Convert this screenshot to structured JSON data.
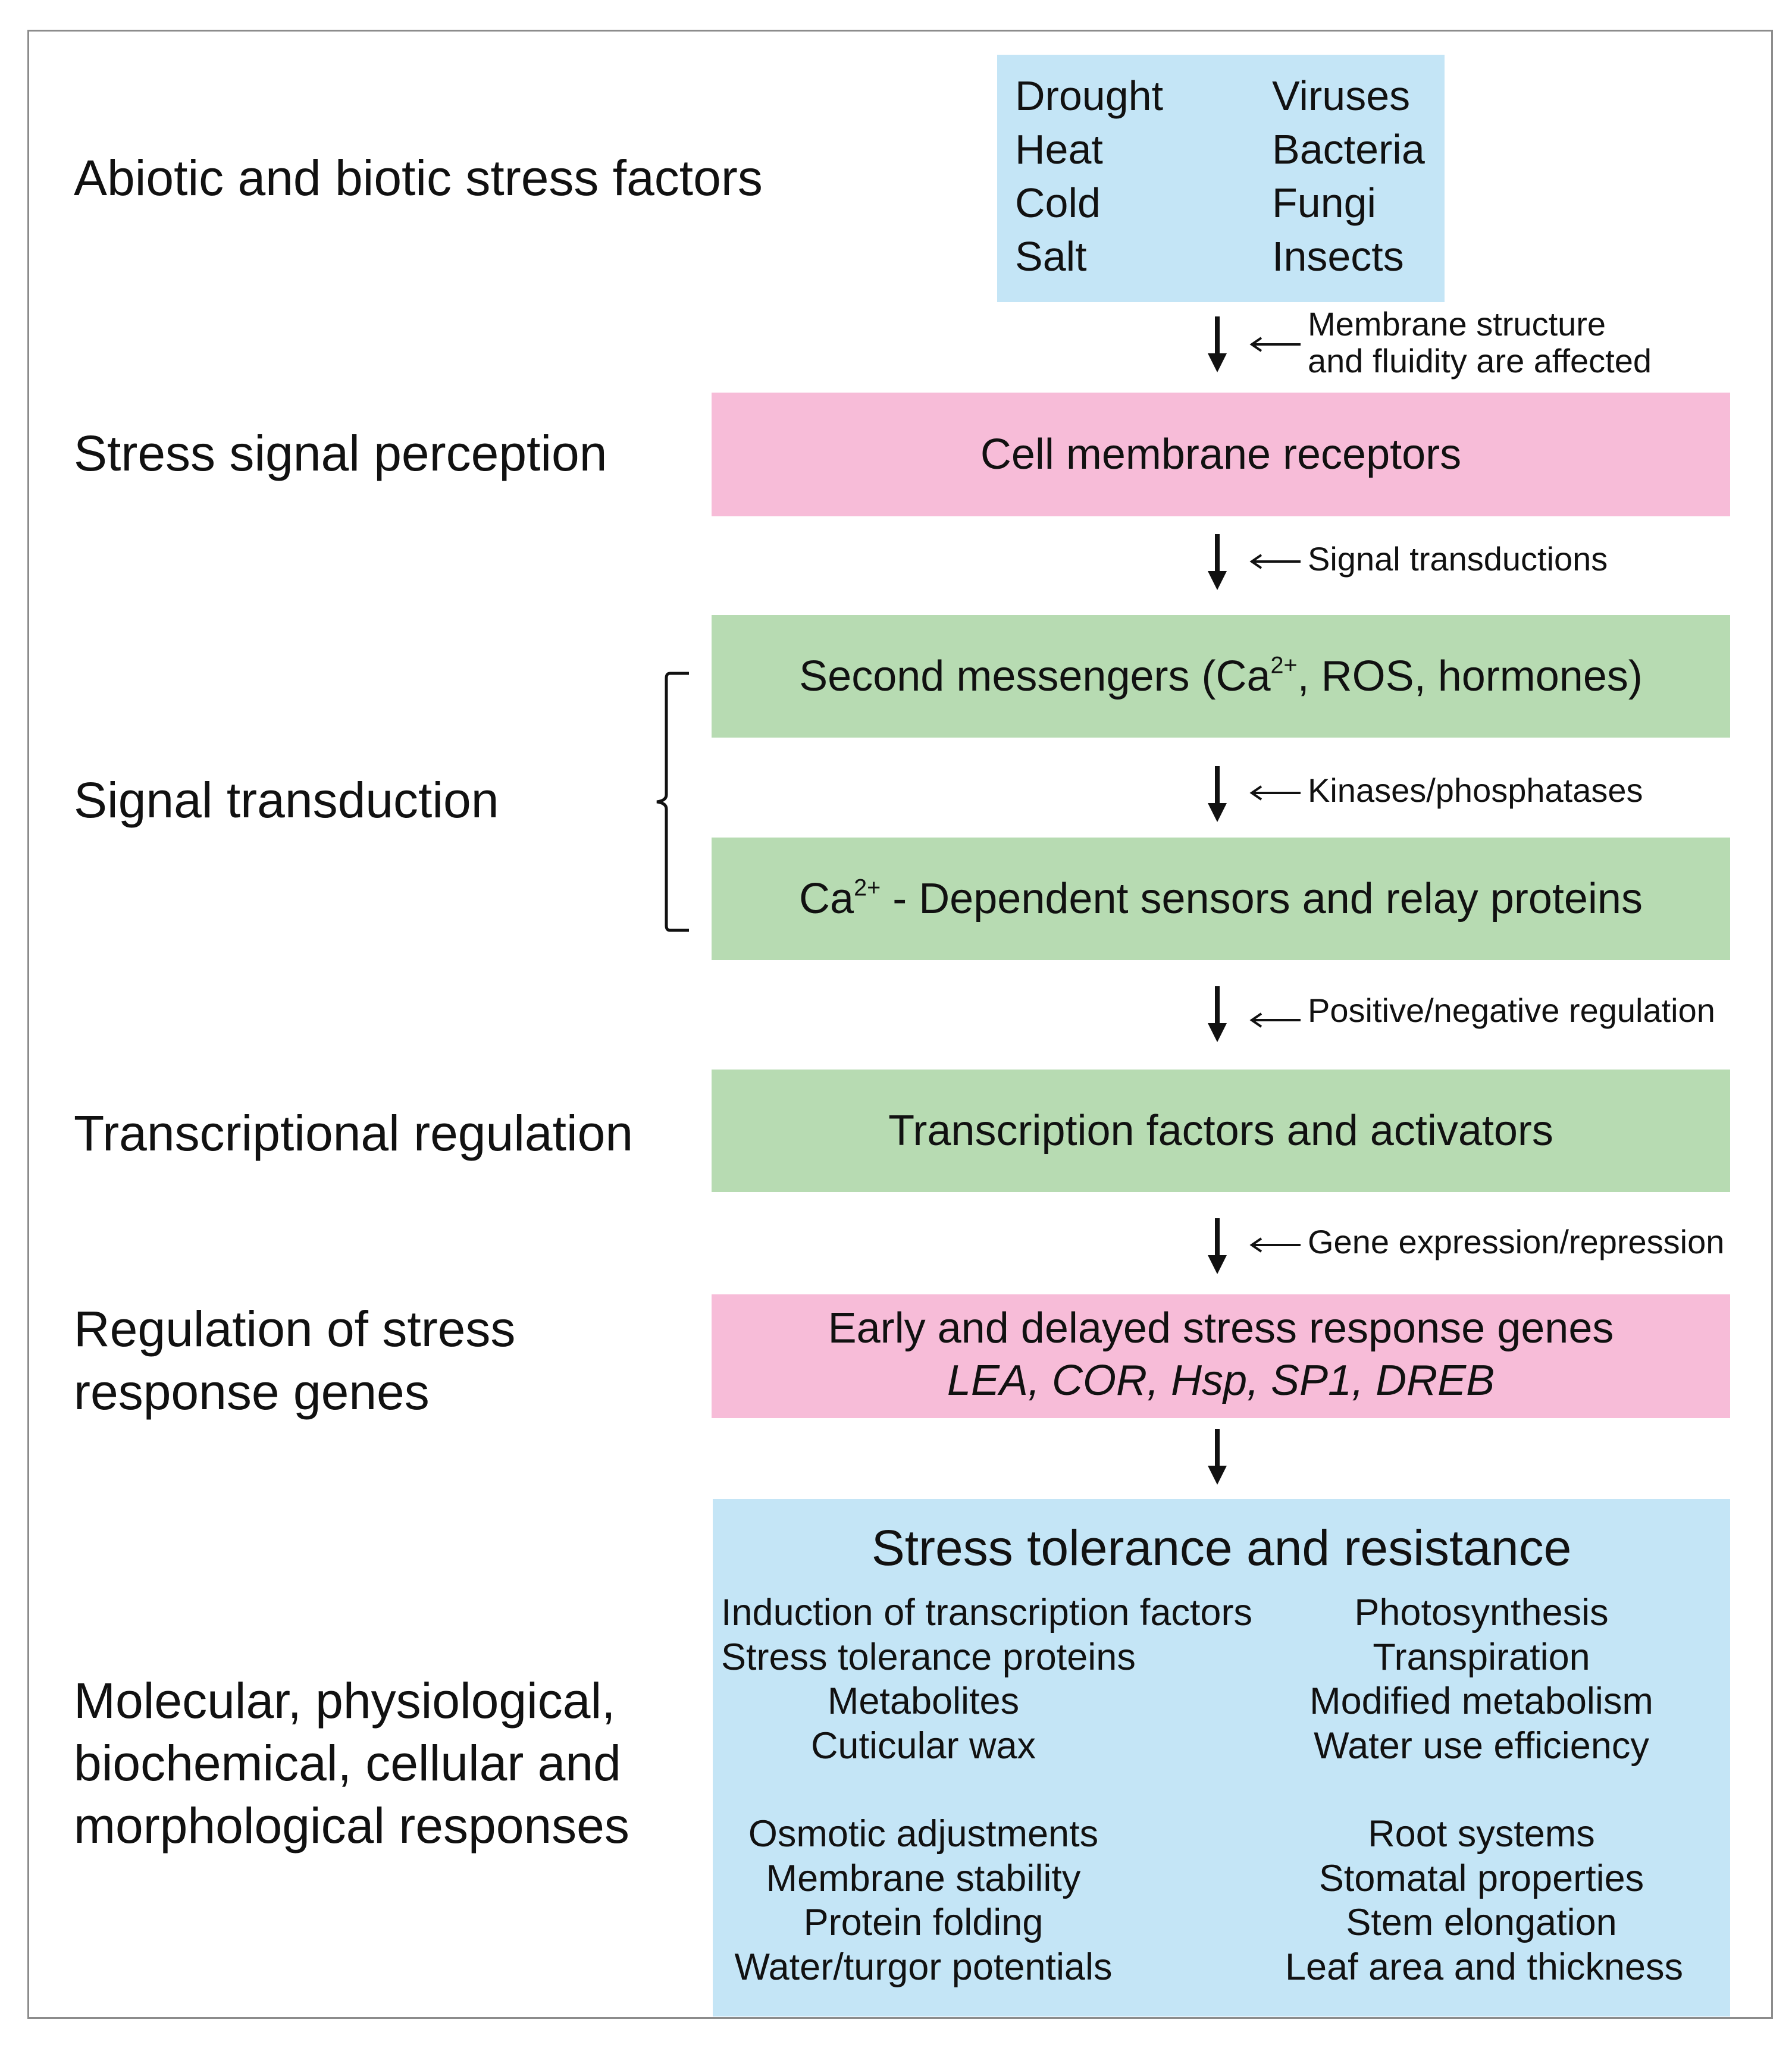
{
  "stages": {
    "stress_factors": "Abiotic and biotic stress factors",
    "perception": "Stress signal perception",
    "transduction": "Signal transduction",
    "transcriptional": "Transcriptional regulation",
    "regulation_line1": "Regulation of stress",
    "regulation_line2": "response genes",
    "responses_line1": "Molecular, physiological,",
    "responses_line2": "biochemical, cellular and",
    "responses_line3": "morphological responses"
  },
  "stress_box": {
    "abiotic": [
      "Drought",
      "Heat",
      "Cold",
      "Salt"
    ],
    "biotic": [
      "Viruses",
      "Bacteria",
      "Fungi",
      "Insects"
    ]
  },
  "notes": {
    "membrane_line1": "Membrane structure",
    "membrane_line2": "and fluidity are affected",
    "signal": "Signal transductions",
    "kinases": "Kinases/phosphatases",
    "regulation": "Positive/negative regulation",
    "gene_expression": "Gene expression/repression"
  },
  "boxes": {
    "receptors": "Cell membrane receptors",
    "second_messengers_prefix": "Second messengers (Ca",
    "second_messengers_sup": "2+",
    "second_messengers_suffix": ", ROS, hormones)",
    "sensors_prefix": "Ca",
    "sensors_sup": "2+",
    "sensors_suffix": " - Dependent sensors and relay proteins",
    "transcription": "Transcription factors and activators",
    "genes_title": "Early and delayed stress response genes",
    "genes_list": "LEA, COR, Hsp, SP1, DREB"
  },
  "tolerance": {
    "title": "Stress tolerance and resistance",
    "left_group1": [
      "Induction of transcription factors",
      "Stress tolerance proteins",
      "Metabolites",
      "Cuticular wax"
    ],
    "right_group1": [
      "Photosynthesis",
      "Transpiration",
      "Modified metabolism",
      "Water use efficiency"
    ],
    "left_group2": [
      "Osmotic adjustments",
      "Membrane stability",
      "Protein folding",
      "Water/turgor potentials"
    ],
    "right_group2": [
      "Root systems",
      "Stomatal properties",
      "Stem elongation",
      "Leaf area and thickness"
    ]
  },
  "colors": {
    "blue_box": "#c4e5f6",
    "pink_box": "#f7bcd8",
    "green_box": "#b7dbb2",
    "frame": "#8c8c8c"
  }
}
